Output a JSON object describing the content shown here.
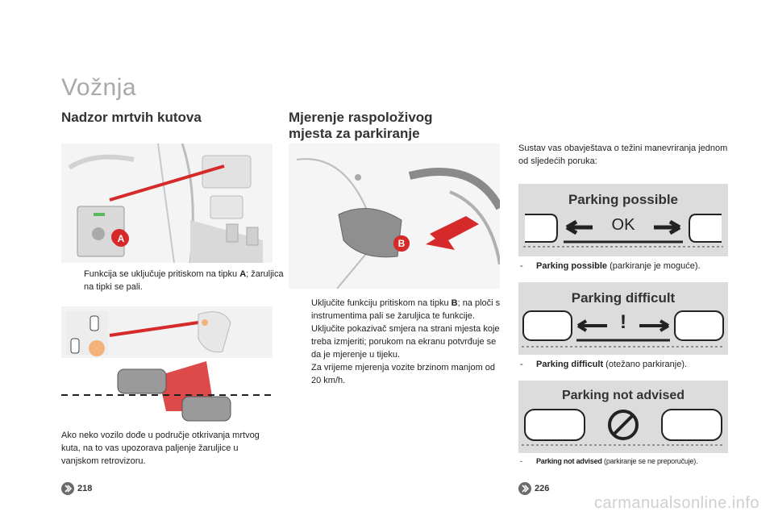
{
  "page": {
    "title": "Vožnja"
  },
  "blind_spot": {
    "heading": "Nadzor mrtvih kutova",
    "button_letter": "A",
    "bullet_text_before": "Funkcija se uključuje pritiskom na tipku ",
    "bullet_key": "A",
    "bullet_text_after": "; žaruljica na tipki se pali.",
    "description": "Ako neko vozilo dođe u područje otkrivanja mrtvog kuta, na to vas upozorava paljenje žaruljice u vanjskom retrovizoru.",
    "page_ref": "218"
  },
  "parking": {
    "heading_line1": "Mjerenje raspoloživog",
    "heading_line2": "mjesta za parkiranje",
    "button_letter": "B",
    "bullets": [
      {
        "before": "Uključite funkciju pritiskom na tipku ",
        "key": "B",
        "after": "; na ploči s instrumentima pali se žaruljica te funkcije."
      },
      {
        "before": "Uključite pokazivač smjera na strani mjesta koje treba izmjeriti; porukom na ekranu potvrđuje se da je mjerenje u tijeku.",
        "key": "",
        "after": ""
      },
      {
        "before": "Za vrijeme mjerenja vozite brzinom manjom od 20 km/h.",
        "key": "",
        "after": ""
      }
    ],
    "intro": "Sustav vas obavještava o težini manevriranja jednom od sljedećih poruka:",
    "messages": [
      {
        "panel_title": "Parking possible",
        "panel_symbol": "OK",
        "caption_bold": "Parking possible",
        "caption_rest": " (parkiranje je moguće)."
      },
      {
        "panel_title": "Parking difficult",
        "panel_symbol": "!",
        "caption_bold": "Parking difficult",
        "caption_rest": " (otežano parkiranje)."
      },
      {
        "panel_title": "Parking not advised",
        "panel_symbol": "",
        "caption_bold": "Parking not advised",
        "caption_rest": " (parkiranje se ne preporučuje)."
      }
    ],
    "caption_prefix": "-",
    "page_ref": "226"
  },
  "bullet_mark": "",
  "watermark": "carmanualsonline.info",
  "colors": {
    "accent_red": "#d62a2a",
    "title_gray": "#a9a9a9",
    "panel_gray": "#dcdcdc",
    "icon_gray": "#6b6b6b"
  }
}
